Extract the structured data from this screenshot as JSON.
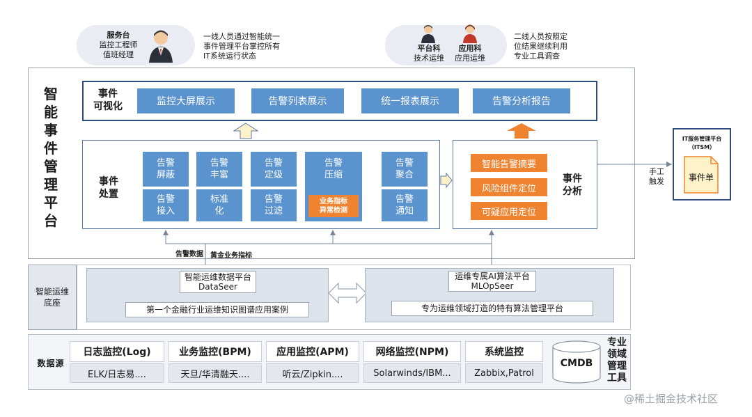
{
  "top": {
    "left_bubble": {
      "lines": [
        "服务台",
        "监控工程师",
        "值班经理"
      ]
    },
    "left_note": [
      "一线人员通过智能统一",
      "事件管理平台掌控所有",
      "IT系统运行状态"
    ],
    "right_bubble": {
      "person1": [
        "平台科",
        "技术运维"
      ],
      "person2": [
        "应用科",
        "应用运维"
      ]
    },
    "right_note": [
      "二线人员按照定",
      "位结果继续利用",
      "专业工具调查"
    ]
  },
  "platform": {
    "title_chars": [
      "智",
      "能",
      "事",
      "件",
      "管",
      "理",
      "平",
      "台"
    ],
    "visual": {
      "label": [
        "事件",
        "可视化"
      ],
      "items": [
        "监控大屏展示",
        "告警列表展示",
        "统一报表展示",
        "告警分析报告"
      ]
    },
    "processing": {
      "label": [
        "事件",
        "处置"
      ],
      "row1": [
        [
          "告警",
          "屏蔽"
        ],
        [
          "告警",
          "丰富"
        ],
        [
          "告警",
          "定级"
        ],
        [
          "告警",
          "压缩"
        ],
        [
          "告警",
          "聚合"
        ]
      ],
      "row2": [
        [
          "告警",
          "接入"
        ],
        [
          "标准",
          "化"
        ],
        [
          "告警",
          "过滤"
        ],
        [
          "告警",
          "通知"
        ]
      ],
      "special": [
        "业务指标",
        "异常检测"
      ]
    },
    "analysis": {
      "label": [
        "事件",
        "分析"
      ],
      "items": [
        "智能告警摘要",
        "风险组件定位",
        "可疑应用定位"
      ]
    },
    "flow_labels": {
      "alarm_data": "告警数据",
      "gold_metrics": "黄金业务指标"
    }
  },
  "itsm": {
    "title": [
      "IT服务管理平台",
      "（ITSM）"
    ],
    "doc": "事件单",
    "trigger": [
      "手工",
      "触发"
    ]
  },
  "base": {
    "label": [
      "智能运维",
      "底座"
    ],
    "dataseer": {
      "title": [
        "智能运维数据平台",
        "DataSeer"
      ],
      "desc": "第一个金融行业运维知识图谱应用案例"
    },
    "mlopseer": {
      "title": [
        "运维专属AI算法平台",
        "MLOpSeer"
      ],
      "desc": "专为运维领域打造的特有算法管理平台"
    }
  },
  "datasource": {
    "label": "数据源",
    "items": [
      {
        "title": "日志监控(Log)",
        "value": "ELK/日志易...."
      },
      {
        "title": "业务监控(BPM)",
        "value": "天旦/华清融天...."
      },
      {
        "title": "应用监控(APM)",
        "value": "听云/Zipkin...."
      },
      {
        "title": "网络监控(NPM)",
        "value": "Solarwinds/IBM..."
      },
      {
        "title": "系统监控",
        "value": "Zabbix,Patrol"
      }
    ],
    "cmdb": "CMDB",
    "pro_tools": [
      "专业",
      "领域",
      "管理",
      "工具"
    ]
  },
  "watermark": "@稀土掘金技术社区",
  "colors": {
    "blue": "#5b93cf",
    "orange": "#f08330",
    "navy": "#2f4a7d"
  }
}
